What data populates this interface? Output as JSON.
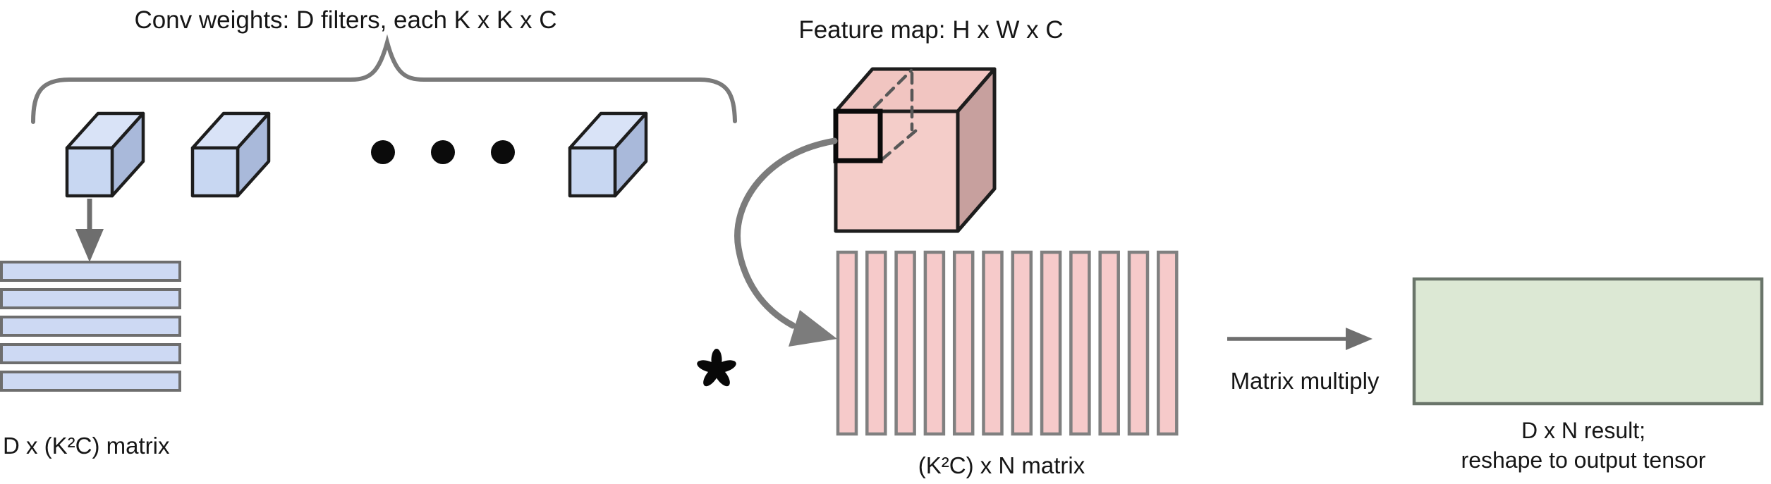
{
  "diagram": {
    "background": "#ffffff",
    "weights_section": {
      "title": "Conv weights: D filters, each K x K x C",
      "matrix_label": "D x (K²C) matrix",
      "filters_shown": 3,
      "ellipsis_dots": 3,
      "matrix_rows": 5
    },
    "feature_map_section": {
      "title": "Feature map: H x W x C",
      "matrix_label": "(K²C) x N matrix",
      "matrix_columns": 12,
      "convolution_symbol": "✽"
    },
    "result_section": {
      "arrow_label": "Matrix multiply",
      "result_line1": "D x N result;",
      "result_line2": "reshape to output tensor"
    },
    "colors": {
      "filter_blue_front": "#c8d7f2",
      "filter_blue_top": "#d9e3f7",
      "filter_blue_side": "#a9b9da",
      "weights_bar_fill": "#cdd9f3",
      "feature_pink_front": "#f4cdc9",
      "feature_pink_top": "#f1c5c1",
      "feature_pink_side": "#c7a09e",
      "patch_bar_fill": "#f6caca",
      "result_green_fill": "#dce8d4",
      "arrow_gray": "#757575",
      "text_black": "#161616"
    }
  }
}
